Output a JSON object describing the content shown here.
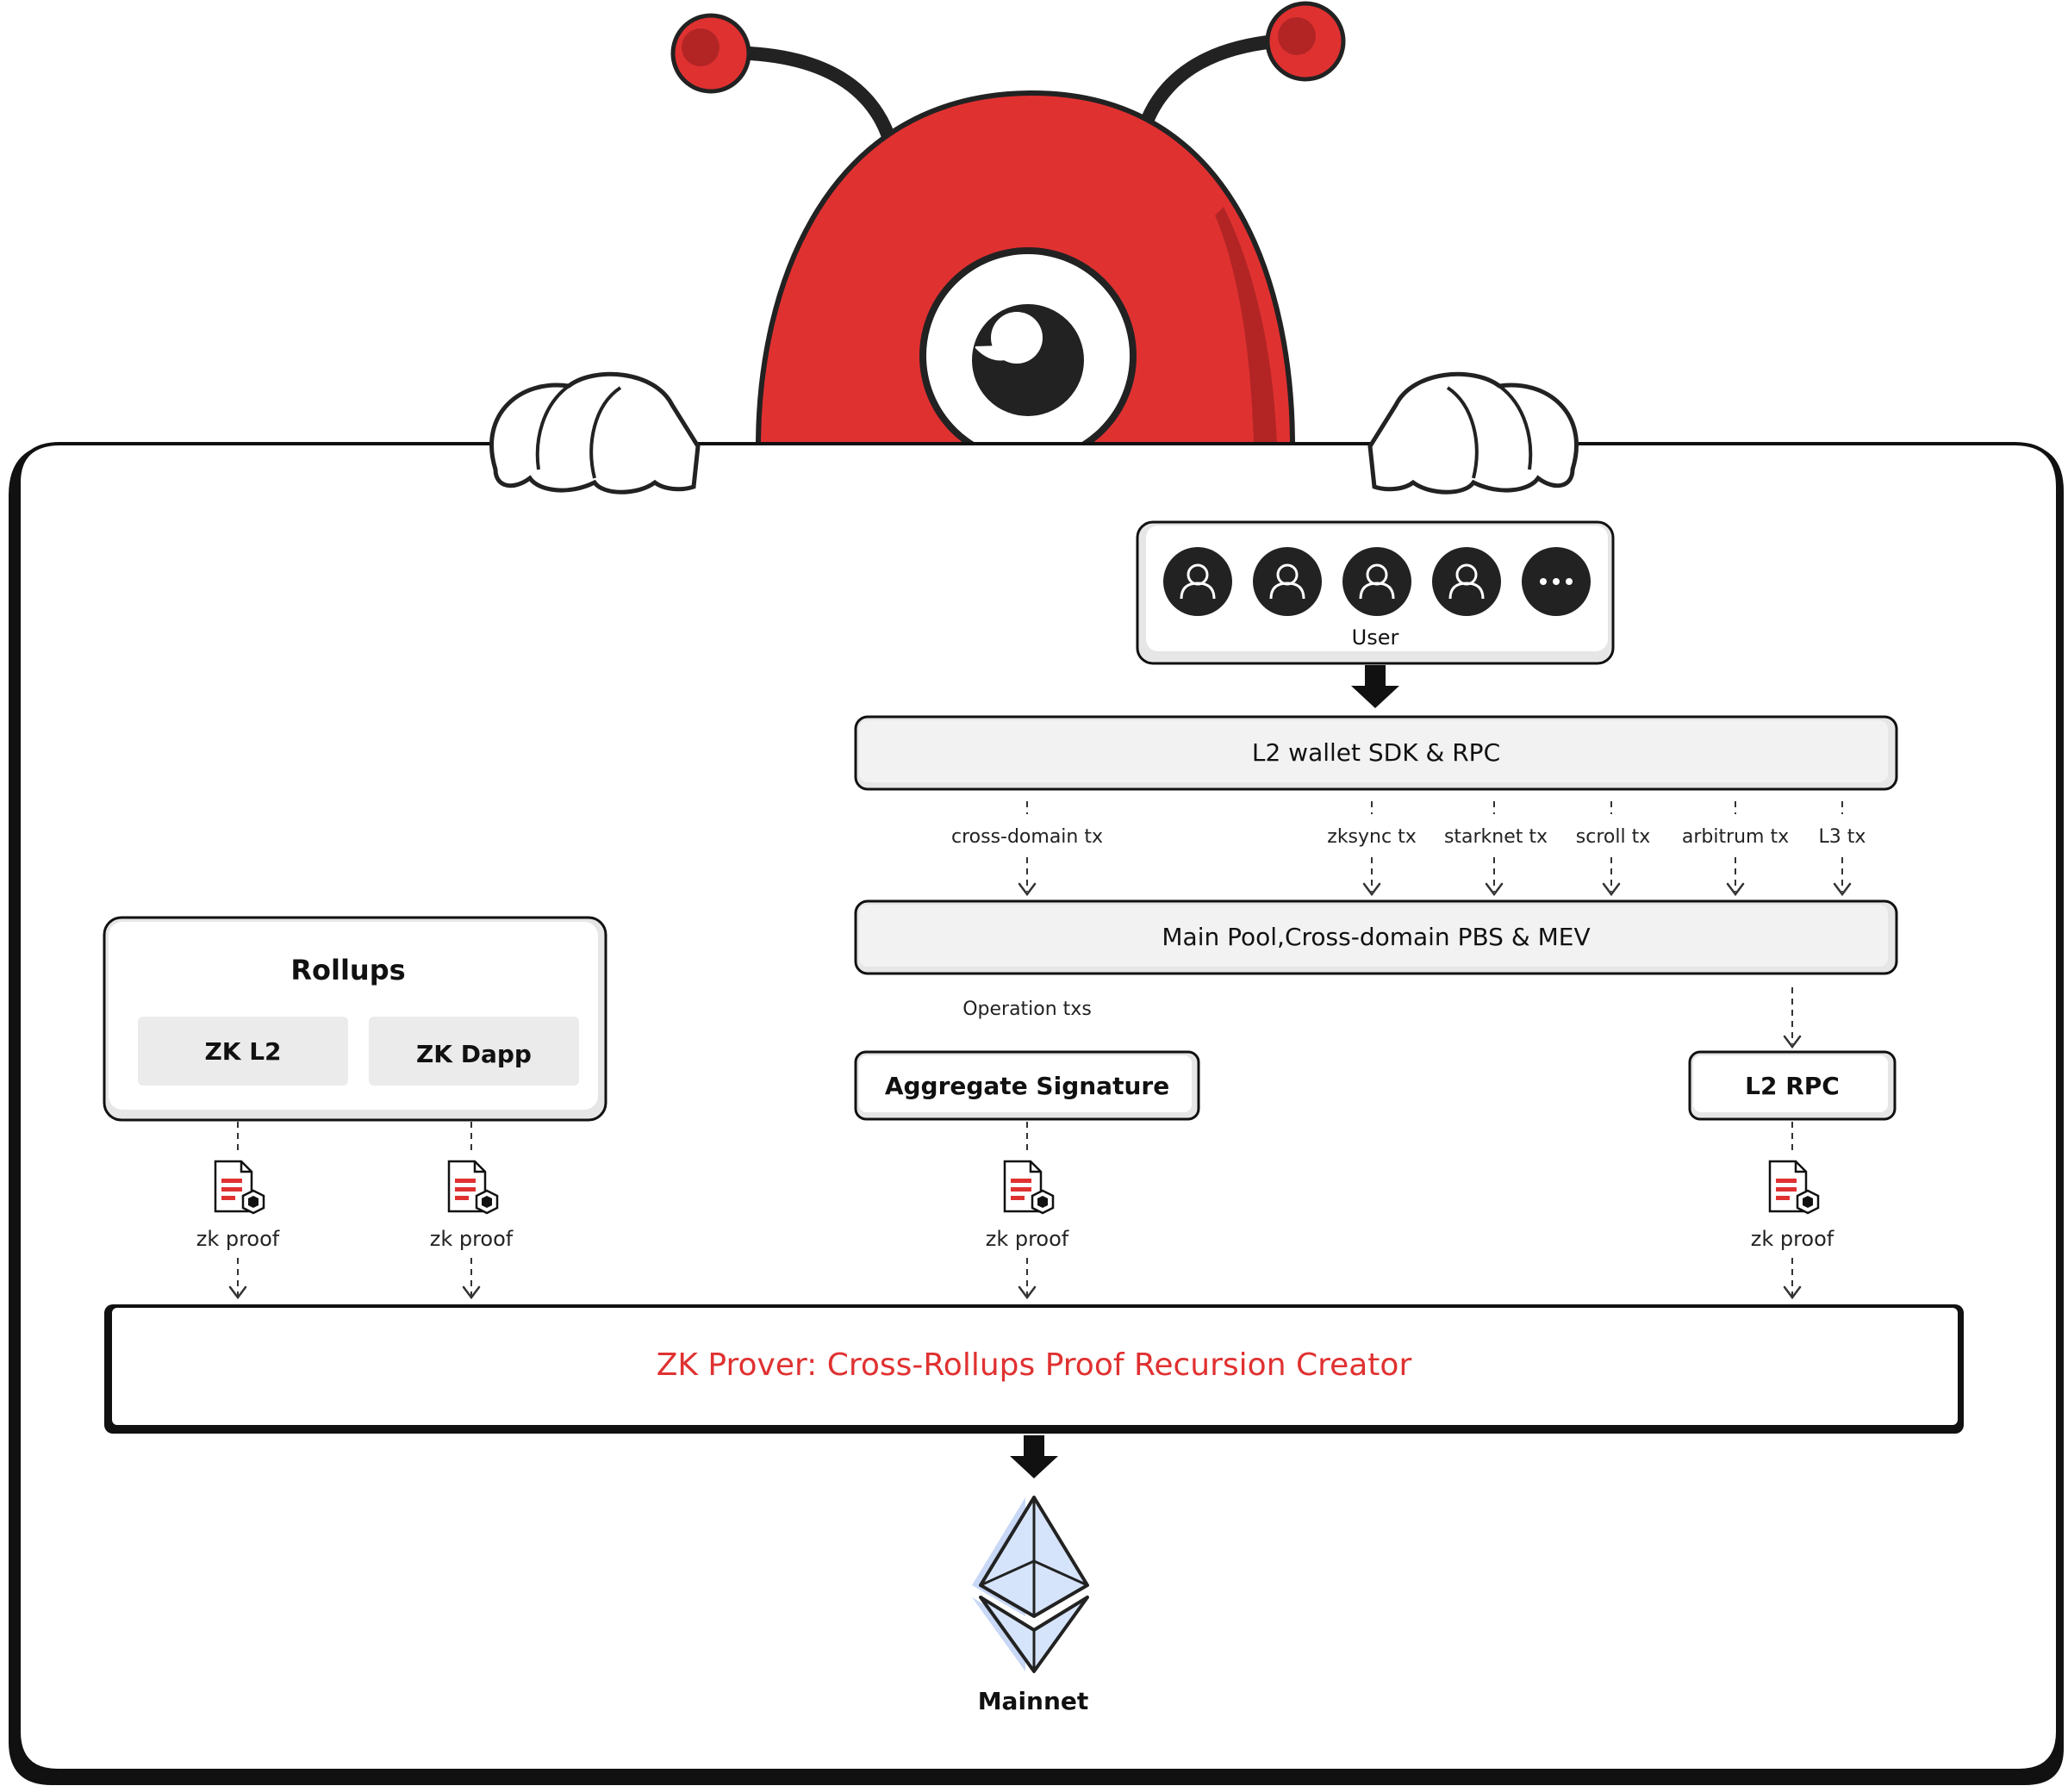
{
  "user": {
    "label": "User",
    "icons": [
      "user-icon",
      "user-icon",
      "user-icon",
      "user-icon",
      "more-icon"
    ]
  },
  "wallet": {
    "label": "L2 wallet SDK & RPC"
  },
  "tx_labels": {
    "cross_domain": "cross-domain tx",
    "zksync": "zksync tx",
    "starknet": "starknet tx",
    "scroll": "scroll tx",
    "arbitrum": "arbitrum tx",
    "l3": "L3 tx"
  },
  "pool": {
    "label": "Main Pool,Cross-domain PBS & MEV"
  },
  "operation_txs": "Operation txs",
  "aggregate_signature": "Aggregate Signature",
  "l2_rpc": "L2 RPC",
  "rollups": {
    "title": "Rollups",
    "zk_l2": "ZK L2",
    "zk_dapp": "ZK Dapp"
  },
  "zk_proof_labels": [
    "zk proof",
    "zk proof",
    "zk proof",
    "zk proof"
  ],
  "prover": {
    "label": "ZK Prover: Cross-Rollups Proof Recursion Creator"
  },
  "mainnet": {
    "label": "Mainnet",
    "icon": "ethereum-icon"
  },
  "colors": {
    "accent_red": "#e03131",
    "dark": "#111111",
    "box_fill": "#f2f2f2",
    "eth_fill": "#d6e4fb"
  }
}
